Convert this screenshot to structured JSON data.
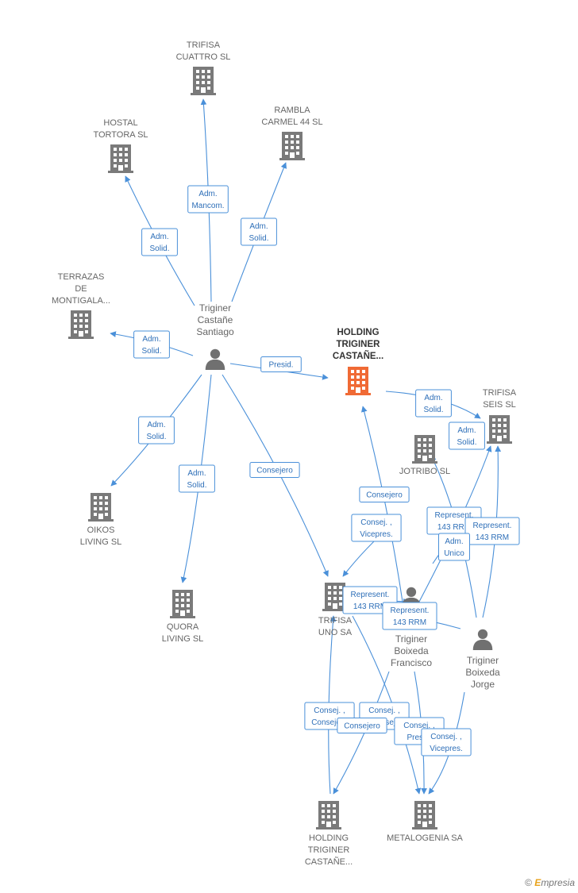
{
  "colors": {
    "company": "#7a7a7a",
    "main_company": "#f06a35",
    "edge": "#4a90d9",
    "person": "#707070"
  },
  "nodes": [
    {
      "id": "trifisa4",
      "kind": "company",
      "label": [
        "TRIFISA",
        "CUATTRO SL"
      ]
    },
    {
      "id": "rambla",
      "kind": "company",
      "label": [
        "RAMBLA",
        "CARMEL 44  SL"
      ]
    },
    {
      "id": "hostal",
      "kind": "company",
      "label": [
        "HOSTAL",
        "TORTORA  SL"
      ]
    },
    {
      "id": "terrazas",
      "kind": "company",
      "label": [
        "TERRAZAS",
        "DE",
        "MONTIGALA..."
      ]
    },
    {
      "id": "holding1",
      "kind": "main",
      "label": [
        "HOLDING",
        "TRIGINER",
        "CASTAÑE..."
      ]
    },
    {
      "id": "trifisa6",
      "kind": "company",
      "label": [
        "TRIFISA",
        "SEIS SL"
      ]
    },
    {
      "id": "jotribo",
      "kind": "company",
      "label": [
        "JOTRIBO  SL"
      ]
    },
    {
      "id": "oikos",
      "kind": "company",
      "label": [
        "OIKOS",
        "LIVING  SL"
      ]
    },
    {
      "id": "quora",
      "kind": "company",
      "label": [
        "QUORA",
        "LIVING  SL"
      ]
    },
    {
      "id": "trifisa1",
      "kind": "company",
      "label": [
        "TRIFISA",
        "UNO SA"
      ]
    },
    {
      "id": "holding2",
      "kind": "company",
      "label": [
        "HOLDING",
        "TRIGINER",
        "CASTAÑE..."
      ]
    },
    {
      "id": "metalogenia",
      "kind": "company",
      "label": [
        "METALOGENIA SA"
      ]
    },
    {
      "id": "santiago",
      "kind": "person",
      "label": [
        "Triginer",
        "Castañe",
        "Santiago"
      ]
    },
    {
      "id": "francisco",
      "kind": "person",
      "label": [
        "Triginer",
        "Boixeda",
        "Francisco"
      ]
    },
    {
      "id": "jorge",
      "kind": "person",
      "label": [
        "Triginer",
        "Boixeda",
        "Jorge"
      ]
    }
  ],
  "relations": [
    {
      "id": "r1",
      "lines": [
        "Adm.",
        "Mancom."
      ]
    },
    {
      "id": "r2",
      "lines": [
        "Adm.",
        "Solid."
      ]
    },
    {
      "id": "r3",
      "lines": [
        "Adm.",
        "Solid."
      ]
    },
    {
      "id": "r4",
      "lines": [
        "Adm.",
        "Solid."
      ]
    },
    {
      "id": "r5",
      "lines": [
        "Presid."
      ]
    },
    {
      "id": "r6",
      "lines": [
        "Adm.",
        "Solid."
      ]
    },
    {
      "id": "r7",
      "lines": [
        "Adm.",
        "Solid."
      ]
    },
    {
      "id": "r8",
      "lines": [
        "Consejero"
      ]
    },
    {
      "id": "r9",
      "lines": [
        "Adm.",
        "Solid."
      ]
    },
    {
      "id": "r10",
      "lines": [
        "Adm.",
        "Solid."
      ]
    },
    {
      "id": "r11",
      "lines": [
        "Consejero"
      ]
    },
    {
      "id": "r12",
      "lines": [
        "Consej. ,",
        "Vicepres."
      ]
    },
    {
      "id": "r13",
      "lines": [
        "Represent.",
        "143 RRM"
      ]
    },
    {
      "id": "r14",
      "lines": [
        "Represent.",
        "143 RRM"
      ]
    },
    {
      "id": "r15",
      "lines": [
        "Adm.",
        "Unico"
      ]
    },
    {
      "id": "r16",
      "lines": [
        "Represent.",
        "143 RRM"
      ]
    },
    {
      "id": "r17",
      "lines": [
        "Represent.",
        "143 RRM"
      ]
    },
    {
      "id": "r18",
      "lines": [
        "Consej. ,",
        "Consejero"
      ]
    },
    {
      "id": "r19",
      "lines": [
        "Consej. ,",
        "Consej."
      ]
    },
    {
      "id": "r20",
      "lines": [
        "Consejero"
      ]
    },
    {
      "id": "r21",
      "lines": [
        "Consej. ,",
        "Presid."
      ]
    },
    {
      "id": "r22",
      "lines": [
        "Consej. ,",
        "Vicepres."
      ]
    }
  ],
  "watermark": {
    "symbol": "©",
    "brand_initial": "E",
    "brand_rest": "mpresia"
  }
}
